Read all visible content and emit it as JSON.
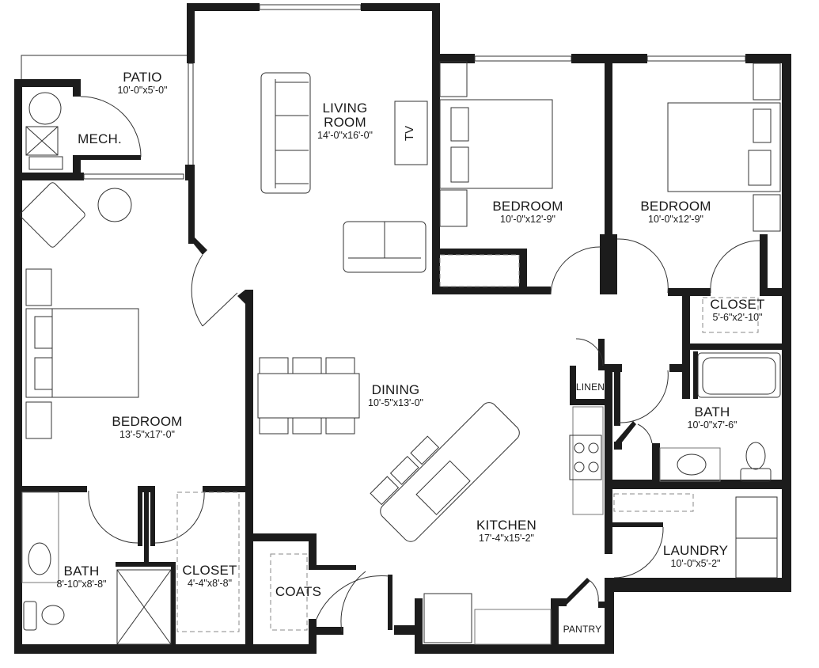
{
  "plan": {
    "rooms": [
      {
        "id": "patio",
        "name": "PATIO",
        "dimensions": "10'-0\"x5'-0\""
      },
      {
        "id": "mech",
        "name": "MECH.",
        "dimensions": ""
      },
      {
        "id": "living",
        "name": "LIVING ROOM",
        "name_line1": "LIVING",
        "name_line2": "ROOM",
        "dimensions": "14'-0\"x16'-0\""
      },
      {
        "id": "bedroom2",
        "name": "BEDROOM",
        "dimensions": "10'-0\"x12'-9\""
      },
      {
        "id": "bedroom3",
        "name": "BEDROOM",
        "dimensions": "10'-0\"x12'-9\""
      },
      {
        "id": "closet_b3",
        "name": "CLOSET",
        "dimensions": "5'-6\"x2'-10\""
      },
      {
        "id": "bedroom1",
        "name": "BEDROOM",
        "dimensions": "13'-5\"x17'-0\""
      },
      {
        "id": "dining",
        "name": "DINING",
        "dimensions": "10'-5\"x13'-0\""
      },
      {
        "id": "linen",
        "name": "LINEN",
        "dimensions": ""
      },
      {
        "id": "bath2",
        "name": "BATH",
        "dimensions": "10'-0\"x7'-6\""
      },
      {
        "id": "kitchen",
        "name": "KITCHEN",
        "dimensions": "17'-4\"x15'-2\""
      },
      {
        "id": "laundry",
        "name": "LAUNDRY",
        "dimensions": "10'-0\"x5'-2\""
      },
      {
        "id": "bath1",
        "name": "BATH",
        "dimensions": "8'-10\"x8'-8\""
      },
      {
        "id": "closet_b1",
        "name": "CLOSET",
        "dimensions": "4'-4\"x8'-8\""
      },
      {
        "id": "coats",
        "name": "COATS",
        "dimensions": ""
      },
      {
        "id": "pantry",
        "name": "PANTRY",
        "dimensions": ""
      }
    ],
    "fixtures": {
      "tv_label": "TV"
    },
    "colors": {
      "wall": "#1c1c1c",
      "line": "#333333",
      "background": "#ffffff"
    }
  }
}
